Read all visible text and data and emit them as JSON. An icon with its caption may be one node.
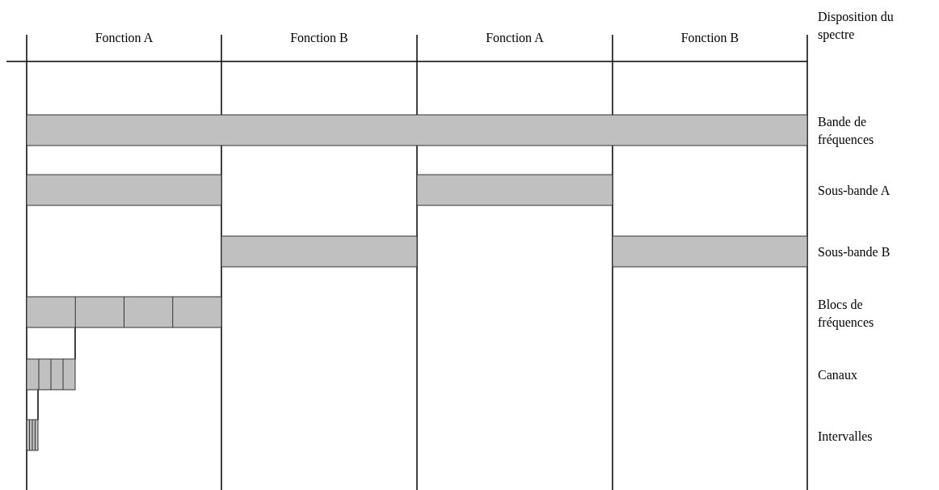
{
  "diagram": {
    "labels": [
      "Fonction A",
      "Fonction B",
      "Fonction A",
      "Fonction B",
      "Disposition du spectre",
      "Bande de fréquences",
      "Sous-bande A",
      "Sous-bande B",
      "Blocs de fréquences",
      "Canaux",
      "Intervalles"
    ]
  }
}
